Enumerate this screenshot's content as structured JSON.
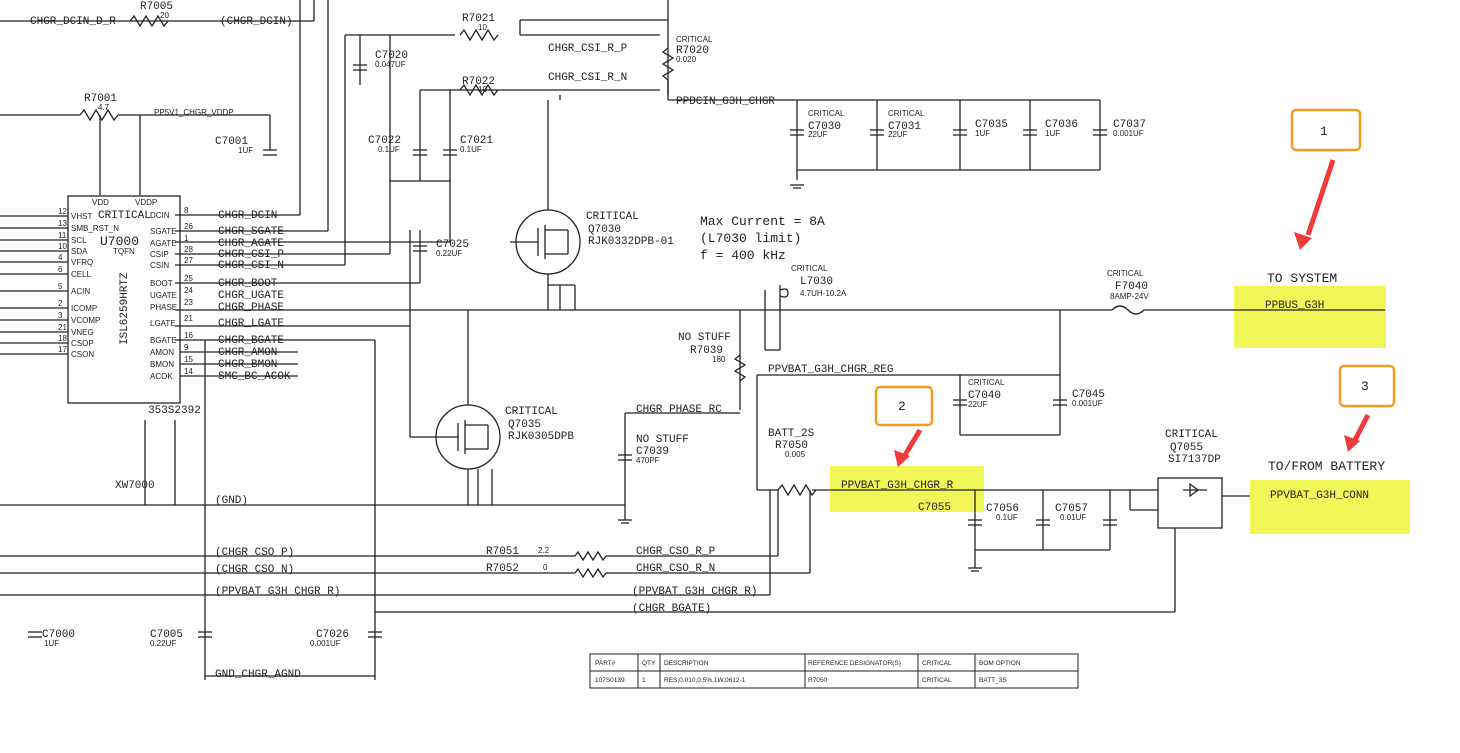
{
  "callouts": {
    "one": "1",
    "two": "2",
    "three": "3"
  },
  "highlights": {
    "to_system": "TO SYSTEM",
    "ppbus": "PPBUS_G3H",
    "to_battery": "TO/FROM BATTERY",
    "ppvbat_conn": "PPVBAT_G3H_CONN",
    "ppvbat_chgr_r": "PPVBAT_G3H_CHGR_R"
  },
  "ic": {
    "name": "U7000",
    "crit": "CRITICAL",
    "pkg": "TQFN",
    "part": "ISL6259HRTZ",
    "pn": "353S2392",
    "vdd": "VDD",
    "vddp": "VDDP",
    "left_pins": [
      "VHST",
      "SMB_RST_N",
      "SCL",
      "SDA",
      "VFRQ",
      "CELL",
      "ACIN",
      "ICOMP",
      "VCOMP",
      "VNEG",
      "CSOP",
      "CSON"
    ],
    "left_nums": [
      "12",
      "13",
      "11",
      "10",
      "4",
      "6",
      "5",
      "2",
      "3",
      "21",
      "18",
      "17"
    ],
    "right_pins": [
      "DCIN",
      "SGATE",
      "AGATE",
      "CSIP",
      "CSIN",
      "BOOT",
      "UGATE",
      "PHASE",
      "LGATE",
      "BGATE",
      "AMON",
      "BMON",
      "ACOK"
    ],
    "right_nums": [
      "8",
      "26",
      "1",
      "28",
      "27",
      "25",
      "24",
      "23",
      "21",
      "16",
      "9",
      "15",
      "14"
    ],
    "right_nets": [
      "CHGR_DCIN",
      "CHGR_SGATE",
      "CHGR_AGATE",
      "CHGR_CSI_P",
      "CHGR_CSI_N",
      "CHGR_BOOT",
      "CHGR_UGATE",
      "CHGR_PHASE",
      "CHGR_LGATE",
      "CHGR_BGATE",
      "CHGR_AMON",
      "CHGR_BMON",
      "SMC_BC_ACOK"
    ]
  },
  "notes": {
    "max_current": "Max Current = 8A",
    "limit": "(L7030 limit)",
    "freq": "f = 400 kHz"
  },
  "parts": {
    "r7005": "R7005",
    "r7005v": "20",
    "r7021": "R7021",
    "r7021v": "10",
    "r7022": "R7022",
    "r7022v": "10",
    "r7020": "R7020",
    "r7020v": "0.020",
    "r7001": "R7001",
    "r7001v": "4.7",
    "c7020": "C7020",
    "c7020v": "0.047UF",
    "c7022": "C7022",
    "c7022v": "0.1UF",
    "c7021": "C7021",
    "c7021v": "0.1UF",
    "c7001": "C7001",
    "c7001v": "1UF",
    "c7025": "C7025",
    "c7025v": "0.22UF",
    "q7030": "Q7030",
    "q7030p": "RJK0332DPB-01",
    "q7035": "Q7035",
    "q7035p": "RJK0305DPB",
    "c7030": "C7030",
    "c7030v": "22UF",
    "c7031": "C7031",
    "c7031v": "22UF",
    "c7035": "C7035",
    "c7035v": "1UF",
    "c7036": "C7036",
    "c7036v": "1UF",
    "c7037": "C7037",
    "c7037v": "0.001UF",
    "l7030": "L7030",
    "l7030v": "4.7UH-10.2A",
    "f7040": "F7040",
    "f7040v": "8AMP-24V",
    "r7039": "R7039",
    "r7039v": "180",
    "c7039": "C7039",
    "c7039v": "470PF",
    "c7040": "C7040",
    "c7040v": "22UF",
    "c7045": "C7045",
    "c7045v": "0.001UF",
    "r7050": "R7050",
    "r7050v": "0.005",
    "batt": "BATT_2S",
    "c7055": "C7055",
    "c7056": "C7056",
    "c7056v": "0.1UF",
    "c7057": "C7057",
    "c7057v": "0.01UF",
    "q7055": "Q7055",
    "q7055p": "SI7137DP",
    "xw7000": "XW7000",
    "r7051": "R7051",
    "r7051v": "2.2",
    "r7052": "R7052",
    "r7052v": "0",
    "c7000": "C7000",
    "c7000v": "1UF",
    "c7005": "C7005",
    "c7005v": "0.22UF",
    "c7026": "C7026",
    "c7026v": "0.001UF"
  },
  "nets": {
    "chgr_dcin_d_r": "CHGR_DCIN_D_R",
    "chgr_dcin": "(CHGR_DCIN)",
    "pp5v1": "PP5V1_CHGR_VDDP",
    "csi_r_p": "CHGR_CSI_R_P",
    "csi_r_n": "CHGR_CSI_R_N",
    "ppdcin": "PPDCIN_G3H_CHGR",
    "ppvbat_reg": "PPVBAT_G3H_CHGR_REG",
    "phase_rc": "CHGR_PHASE_RC",
    "gnd": "(GND)",
    "cso_p": "(CHGR_CSO_P)",
    "cso_n": "(CHGR_CSO_N)",
    "ppvbat_chgr_r_paren": "(PPVBAT_G3H_CHGR_R)",
    "cso_r_p": "CHGR_CSO_R_P",
    "cso_r_n": "CHGR_CSO_R_N",
    "bgate_paren": "(CHGR_BGATE)",
    "gnd_agnd": "GND_CHGR_AGND",
    "no_stuff": "NO STUFF",
    "critical": "CRITICAL"
  },
  "table": {
    "headers": [
      "PART#",
      "QTY",
      "DESCRIPTION",
      "REFERENCE DESIGNATOR(S)",
      "CRITICAL",
      "BOM OPTION"
    ],
    "row": [
      "107S0139",
      "1",
      "RES,0.010,0.5%,1W,0612-1",
      "R7050",
      "CRITICAL",
      "BATT_3S"
    ]
  }
}
